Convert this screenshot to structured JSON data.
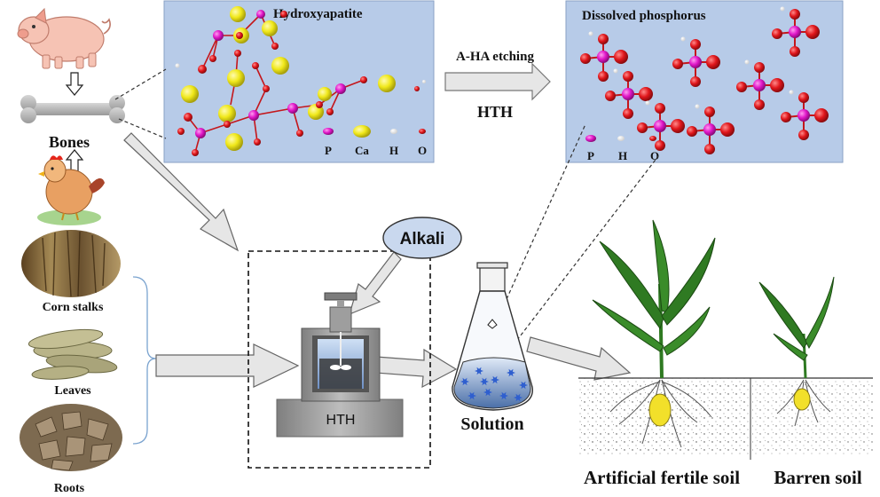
{
  "panels": {
    "hydroxyapatite": {
      "title": "Hydroxyapatite",
      "legend": [
        "P",
        "Ca",
        "H",
        "O"
      ]
    },
    "dissolved": {
      "title": "Dissolved phosphorus",
      "legend": [
        "P",
        "H",
        "O"
      ]
    }
  },
  "process": {
    "etching_label": "A-HA etching",
    "method_label": "HTH",
    "alkali_label": "Alkali",
    "reactor_label": "HTH",
    "solution_label": "Solution"
  },
  "sources": {
    "bones_label": "Bones",
    "corn_stalks_label": "Corn stalks",
    "leaves_label": "Leaves",
    "roots_label": "Roots"
  },
  "soils": {
    "fertile_label": "Artificial fertile soil",
    "barren_label": "Barren soil"
  },
  "colors": {
    "panel_bg": "#b7cbe8",
    "phosphorus": "#e016c8",
    "calcium": "#f0e81a",
    "oxygen": "#e0161b",
    "hydrogen": "#ffffff",
    "arrow_fill": "#e6e6e6",
    "plant_green": "#2f7a22"
  }
}
